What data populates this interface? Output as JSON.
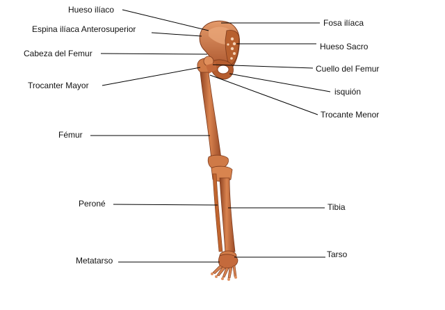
{
  "colors": {
    "background": "#ffffff",
    "bone_fill": "#c46a3c",
    "bone_dark": "#8f4322",
    "bone_light": "#e49a6a",
    "leader_line": "#000000",
    "label_text": "#111111"
  },
  "labels": {
    "left": {
      "hueso_iliaco": "Hueso ilíaco",
      "espina_iliaca": "Espina ilíaca Anterosuperior",
      "cabeza_femur": "Cabeza del Femur",
      "trocanter_mayor": "Trocanter Mayor",
      "femur": "Fémur",
      "perone": "Peroné",
      "metatarso": "Metatarso"
    },
    "right": {
      "fosa_iliaca": "Fosa ilíaca",
      "hueso_sacro": "Hueso Sacro",
      "cuello_femur": "Cuello del Femur",
      "isquion": "isquión",
      "trocante_menor": "Trocante Menor",
      "tibia": "Tibia",
      "tarso": "Tarso"
    }
  }
}
